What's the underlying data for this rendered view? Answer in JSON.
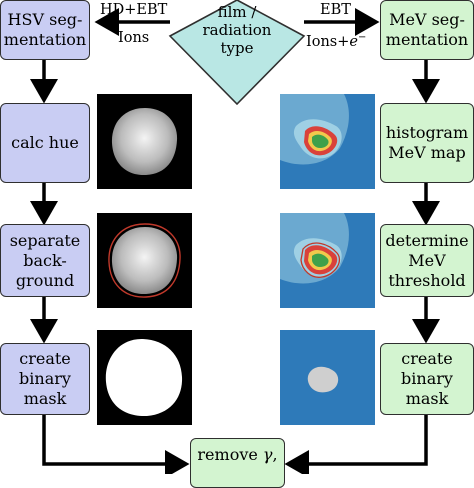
{
  "colors": {
    "blue_box": "#c9cdf3",
    "green_box": "#d3f4d0",
    "diamond": "#b9e7e4",
    "arrow": "#000000",
    "mev_background": "#2e7ab9",
    "mev_halo": "#9fd0e4",
    "mev_red": "#d9413a",
    "mev_green": "#3fa04a",
    "contour": "#c0392b"
  },
  "decision": {
    "text": "film / radiation type"
  },
  "edges": {
    "left_top": "HD+EBT",
    "left_bottom": "Ions",
    "right_top": "EBT",
    "right_bottom_prefix": "Ions+",
    "right_bottom_sym": "e",
    "right_bottom_sup": "−"
  },
  "left_column": [
    {
      "label": "HSV seg- mentation"
    },
    {
      "label": "calc hue"
    },
    {
      "label": "separate back- ground"
    },
    {
      "label": "create binary mask"
    }
  ],
  "right_column": [
    {
      "label": "MeV seg- mentation"
    },
    {
      "label": "histogram MeV map"
    },
    {
      "label": "determine MeV threshold"
    },
    {
      "label": "create binary mask"
    }
  ],
  "bottom_box": {
    "prefix": "remove ",
    "symbol": "γ",
    "suffix": ","
  },
  "images": [
    {
      "name": "hue-image",
      "type": "grayscale-blob"
    },
    {
      "name": "background-separation-image",
      "type": "grayscale-blob-with-contour"
    },
    {
      "name": "binary-mask-left-image",
      "type": "binary-mask"
    },
    {
      "name": "mev-map-image",
      "type": "mev-heatmap"
    },
    {
      "name": "mev-threshold-image",
      "type": "mev-heatmap-with-contour"
    },
    {
      "name": "binary-mask-right-image",
      "type": "mev-mask"
    }
  ]
}
